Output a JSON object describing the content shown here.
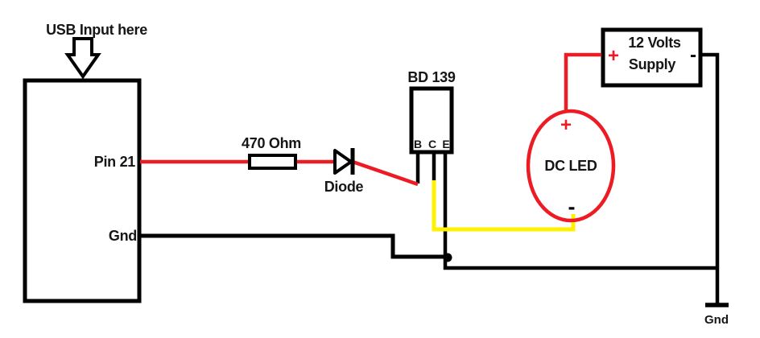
{
  "diagram": {
    "type": "circuit-schematic",
    "components": {
      "usb_device": {
        "annotation": "USB Input here",
        "pin_signal": "Pin 21",
        "pin_ground": "Gnd"
      },
      "resistor": {
        "label": "470 Ohm"
      },
      "diode": {
        "label": "Diode"
      },
      "transistor": {
        "label": "BD 139",
        "pins": [
          "B",
          "C",
          "E"
        ]
      },
      "led": {
        "label": "DC LED",
        "plus": "+",
        "minus": "-"
      },
      "supply": {
        "label_line1": "12 Volts",
        "label_line2": "Supply",
        "plus": "+",
        "minus": "-"
      },
      "ground": {
        "label": "Gnd"
      }
    },
    "colors": {
      "wire_signal_red": "#ed1c24",
      "wire_emitter_yellow": "#fff200",
      "wire_ground_black": "#000000",
      "outline_black": "#000000",
      "background": "#ffffff"
    }
  }
}
